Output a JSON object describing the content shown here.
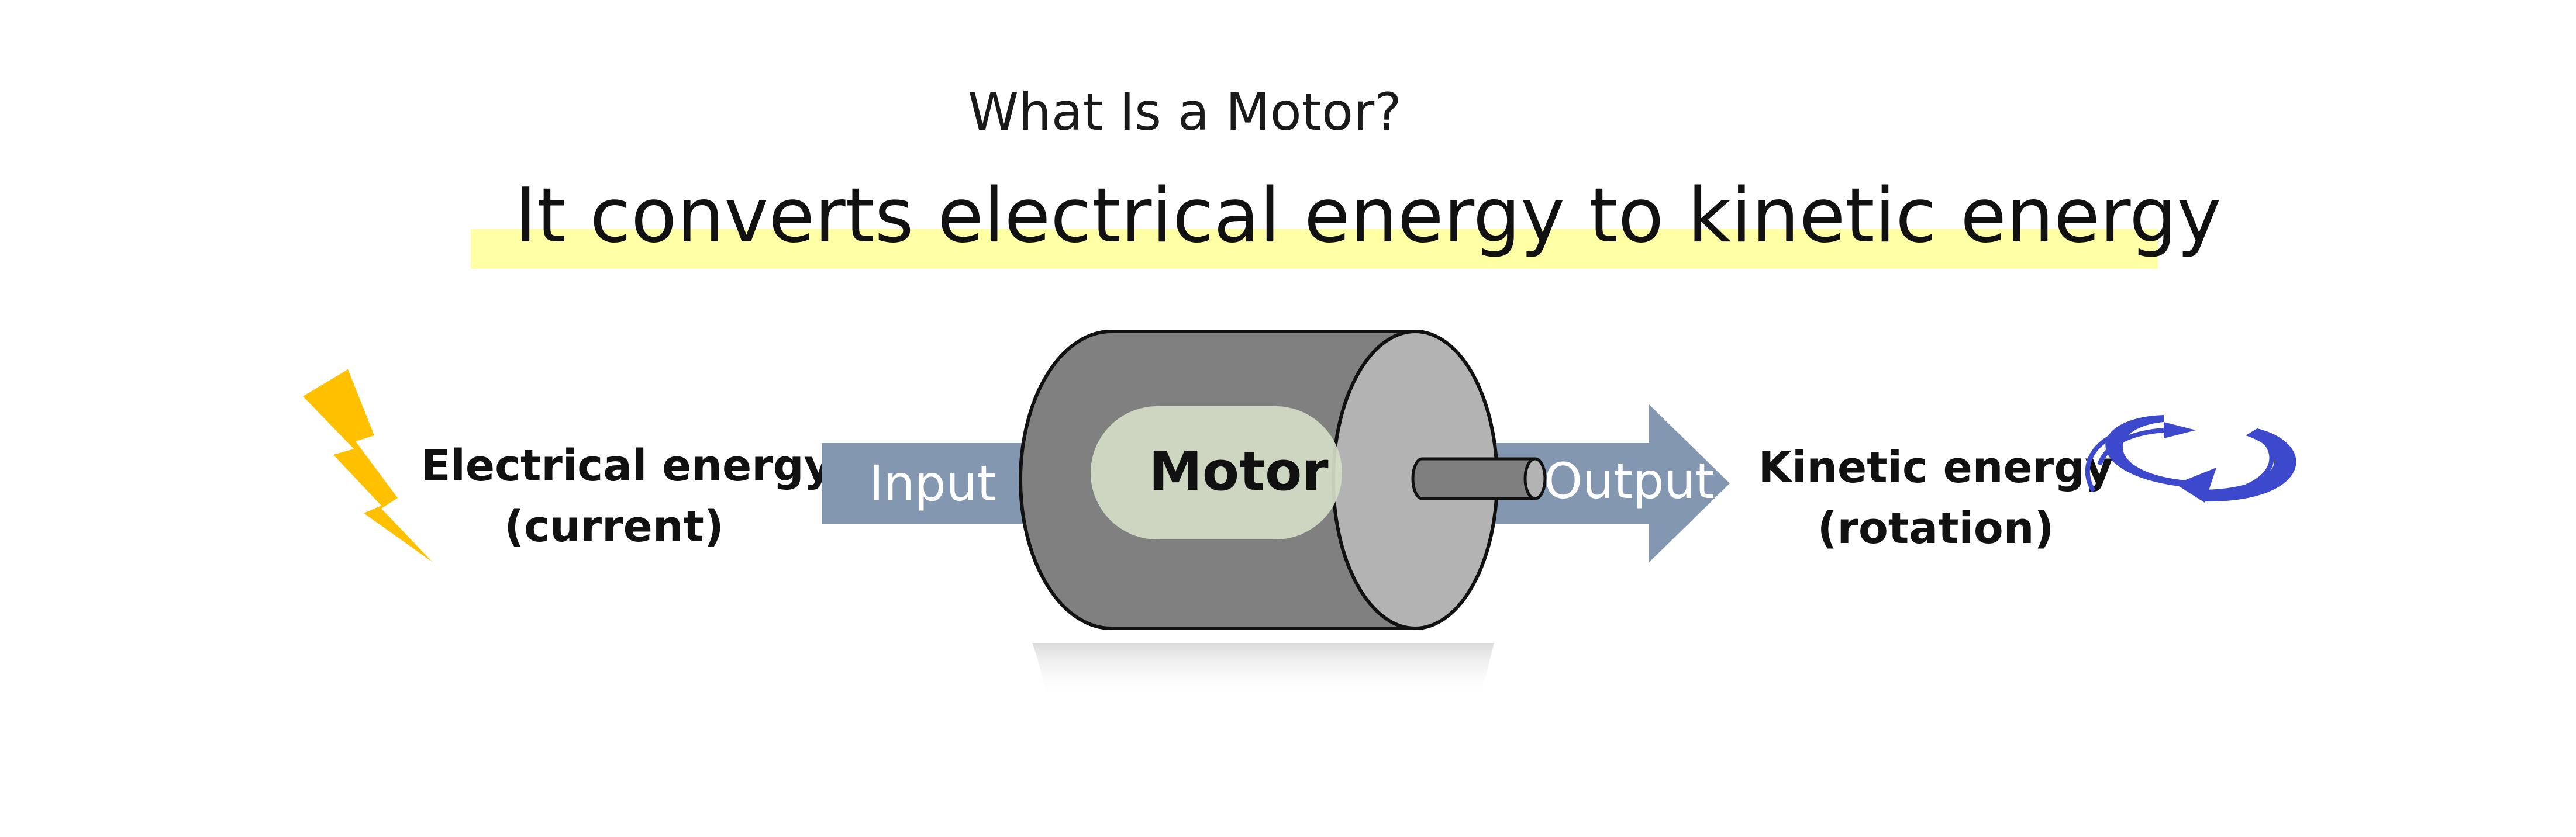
{
  "title": "What Is a Motor?",
  "headline": "It converts electrical energy to kinetic energy",
  "input": {
    "energy_line1": "Electrical energy",
    "energy_line2": "(current)",
    "arrow_label": "Input",
    "icon": "lightning-bolt-icon"
  },
  "motor": {
    "label": "Motor"
  },
  "output": {
    "energy_line1": "Kinetic energy",
    "energy_line2": "(rotation)",
    "arrow_label": "Output",
    "icon": "rotation-arrows-icon"
  },
  "colors": {
    "highlight": "#ffffa6",
    "arrow": "#8497b0",
    "motor_body": "#808080",
    "motor_face": "#b3b3b3",
    "motor_label_bg": "#d2ddc6",
    "bolt": "#ffc000",
    "rotation": "#3d49cc"
  }
}
